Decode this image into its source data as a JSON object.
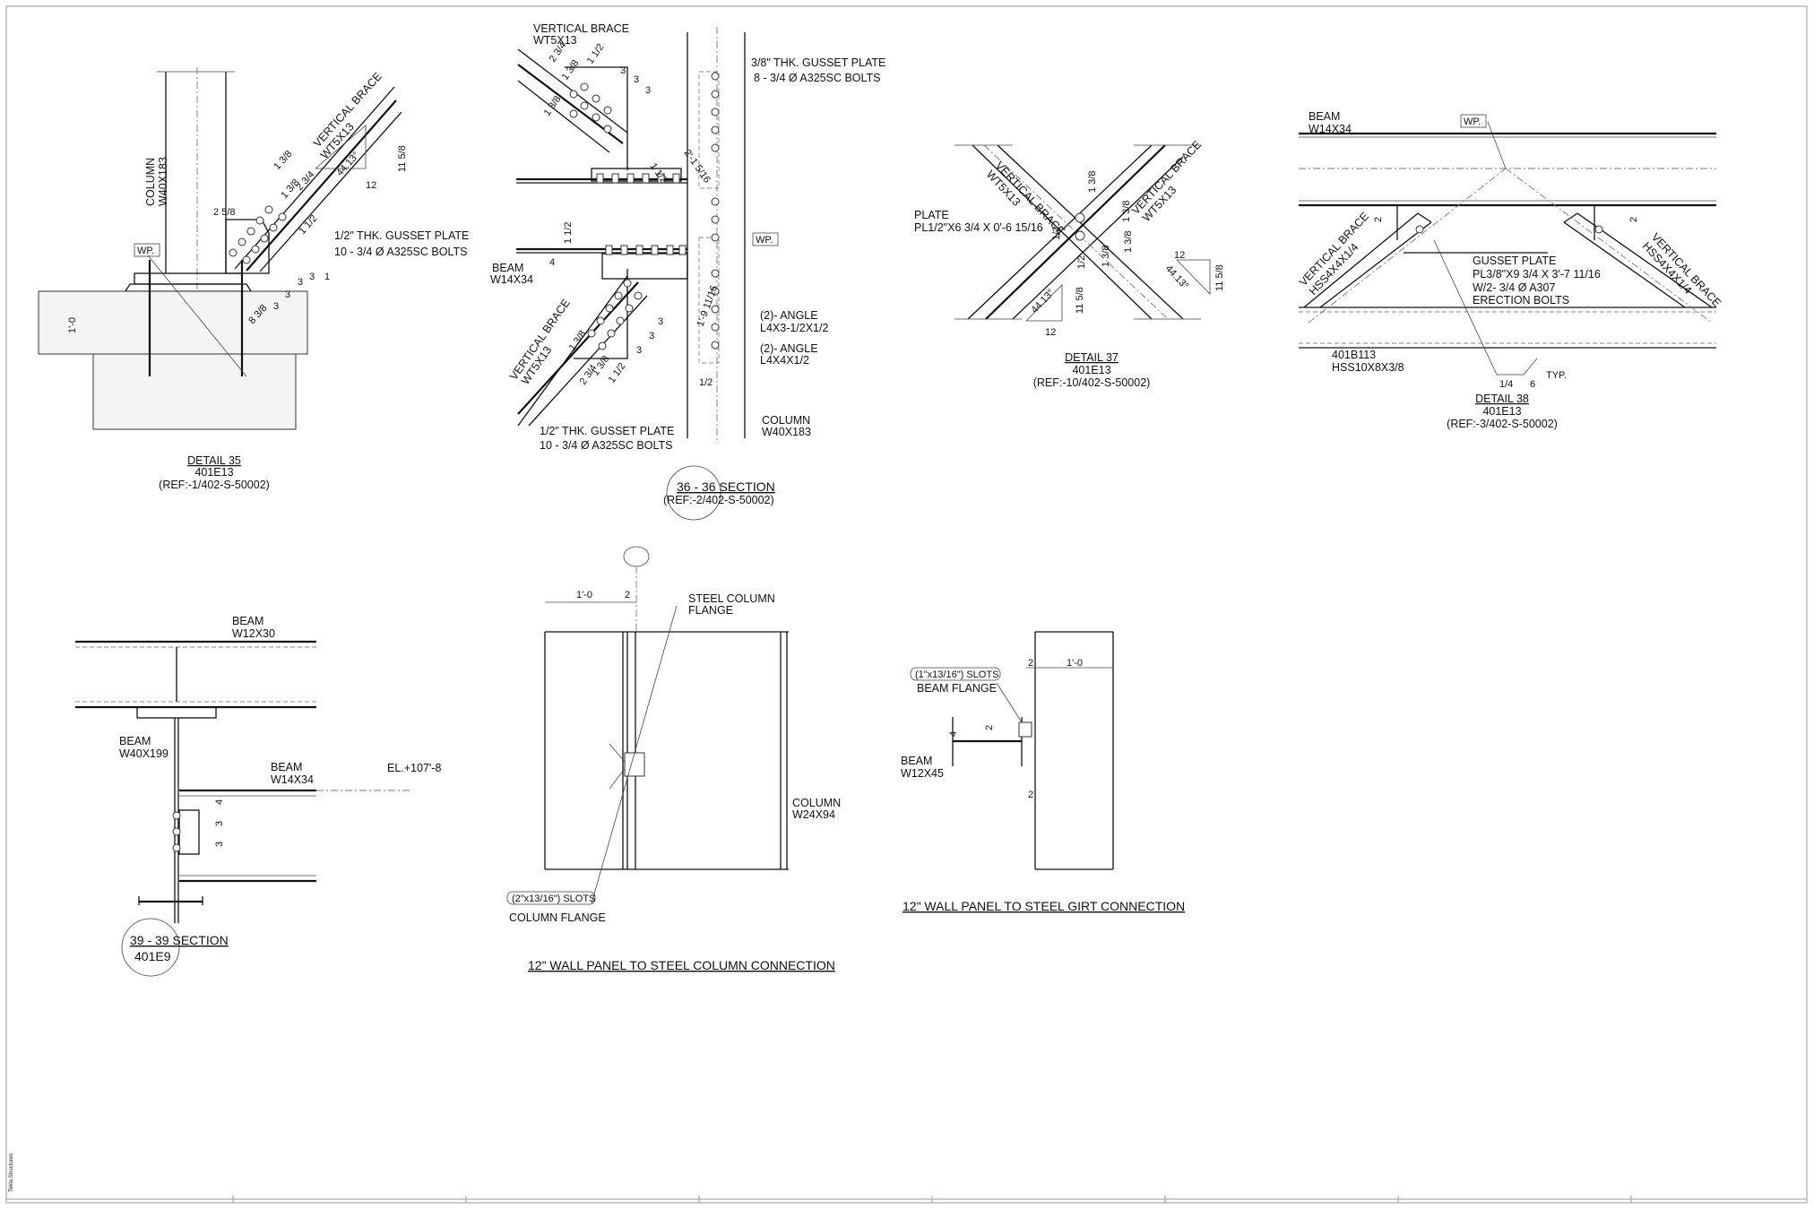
{
  "sheet": {
    "side_label": "Tekla Structures"
  },
  "detail35": {
    "column": "COLUMN",
    "column_size": "W40X183",
    "brace": "VERTICAL BRACE",
    "brace_size": "WT5X13",
    "angle": "44.13°",
    "rise": "11 5/8",
    "run": "12",
    "dim_2_5_8": "2 5/8",
    "gusset": "1/2\" THK. GUSSET PLATE",
    "bolts": "10 - 3/4 Ø A325SC BOLTS",
    "wp": "WP.",
    "dims": [
      "1 3/8",
      "2 3/4",
      "1 3/8",
      "1 1/2",
      "3",
      "3",
      "3",
      "3",
      "1",
      "8 3/8"
    ],
    "slab": "1'-0",
    "title": "DETAIL 35",
    "sheet_ref": "401E13",
    "ref": "(REF:-1/402-S-50002)"
  },
  "section36": {
    "brace": "VERTICAL BRACE",
    "brace_size": "WT5X13",
    "gusset_top": "3/8\" THK. GUSSET PLATE",
    "bolts_top": "8 - 3/4 Ø A325SC BOLTS",
    "wp": "WP.",
    "beam": "BEAM",
    "beam_size": "W14X34",
    "angle1": "(2)- ANGLE",
    "angle1_size": "L4X3-1/2X1/2",
    "angle2": "(2)- ANGLE",
    "angle2_size": "L4X4X1/2",
    "column": "COLUMN",
    "column_size": "W40X183",
    "gusset_bot": "1/2\" THK. GUSSET PLATE",
    "bolts_bot": "10 - 3/4 Ø A325SC BOLTS",
    "brace2": "VERTICAL BRACE",
    "brace2_size": "WT5X13",
    "dims": [
      "2 3/4",
      "1 1/2",
      "1 3/8",
      "1 3/8",
      "3",
      "3",
      "3",
      "1 1/2",
      "2'-1 5/16",
      "1 1/2",
      "4",
      "1'-9 11/16",
      "3",
      "3",
      "3",
      "1 3/8",
      "2 3/4",
      "1 3/8",
      "1 1/2",
      "1/2"
    ],
    "title": "36 - 36 SECTION",
    "ref": "(REF:-2/402-S-50002)"
  },
  "detail37": {
    "brace_left": "VERTICAL BRACE",
    "brace_left_size": "WT5X13",
    "brace_right": "VERTICAL BRACE",
    "brace_right_size": "WT5X13",
    "plate": "PLATE",
    "plate_size": "PL1/2\"X6 3/4 X 0'-6 15/16",
    "run_r": "12",
    "angle_r": "44.13°",
    "rise_r": "11 5/8",
    "angle_l": "44.13°",
    "rise_l": "11 5/8",
    "run_l": "12",
    "dims": [
      "1 3/8",
      "1 3/8",
      "1/2",
      "1/2",
      "1 3/8",
      "1 3/8"
    ],
    "title": "DETAIL 37",
    "sheet_ref": "401E13",
    "ref": "(REF:-10/402-S-50002)"
  },
  "detail38": {
    "beam": "BEAM",
    "beam_size": "W14X34",
    "wp": "WP.",
    "dim_left": "2",
    "dim_right": "2",
    "gusset": "GUSSET PLATE",
    "gusset_size": "PL3/8\"X9 3/4 X 3'-7 11/16",
    "bolts": "W/2- 3/4 Ø A307",
    "bolts2": "ERECTION BOLTS",
    "brace_left": "VERTICAL BRACE",
    "brace_left_size": "HSS4X4X1/4",
    "brace_right": "VERTICAL BRACE",
    "brace_right_size": "HSS4X4X1/4",
    "hss": "401B113",
    "hss_size": "HSS10X8X3/8",
    "weld_size": "1/4",
    "weld_len": "6",
    "weld_typ": "TYP.",
    "title": "DETAIL 38",
    "sheet_ref": "401E13",
    "ref": "(REF:-3/402-S-50002)"
  },
  "section39": {
    "beam_top": "BEAM",
    "beam_top_size": "W12X30",
    "beam_main": "BEAM",
    "beam_main_size": "W40X199",
    "beam_side": "BEAM",
    "beam_side_size": "W14X34",
    "elevation": "EL.+107'-8",
    "dims": [
      "4",
      "3",
      "3"
    ],
    "title": "39 - 39 SECTION",
    "sheet_ref": "401E9"
  },
  "wall_column": {
    "dim_panel": "1'-0",
    "dim_gap": "2",
    "flange": "STEEL COLUMN",
    "flange2": "FLANGE",
    "column": "COLUMN",
    "column_size": "W24X94",
    "slots": "(2\"x13/16\") SLOTS",
    "slots_loc": "COLUMN FLANGE",
    "title": "12\" WALL PANEL TO STEEL COLUMN CONNECTION"
  },
  "wall_girt": {
    "dim_gap": "2",
    "dim_panel": "1'-0",
    "slots": "(1\"x13/16\") SLOTS",
    "slots_loc": "BEAM FLANGE",
    "dim_2": "2",
    "dim_4": "4",
    "dim_2b": "2",
    "beam": "BEAM",
    "beam_size": "W12X45",
    "title": "12\" WALL PANEL TO STEEL GIRT CONNECTION"
  }
}
